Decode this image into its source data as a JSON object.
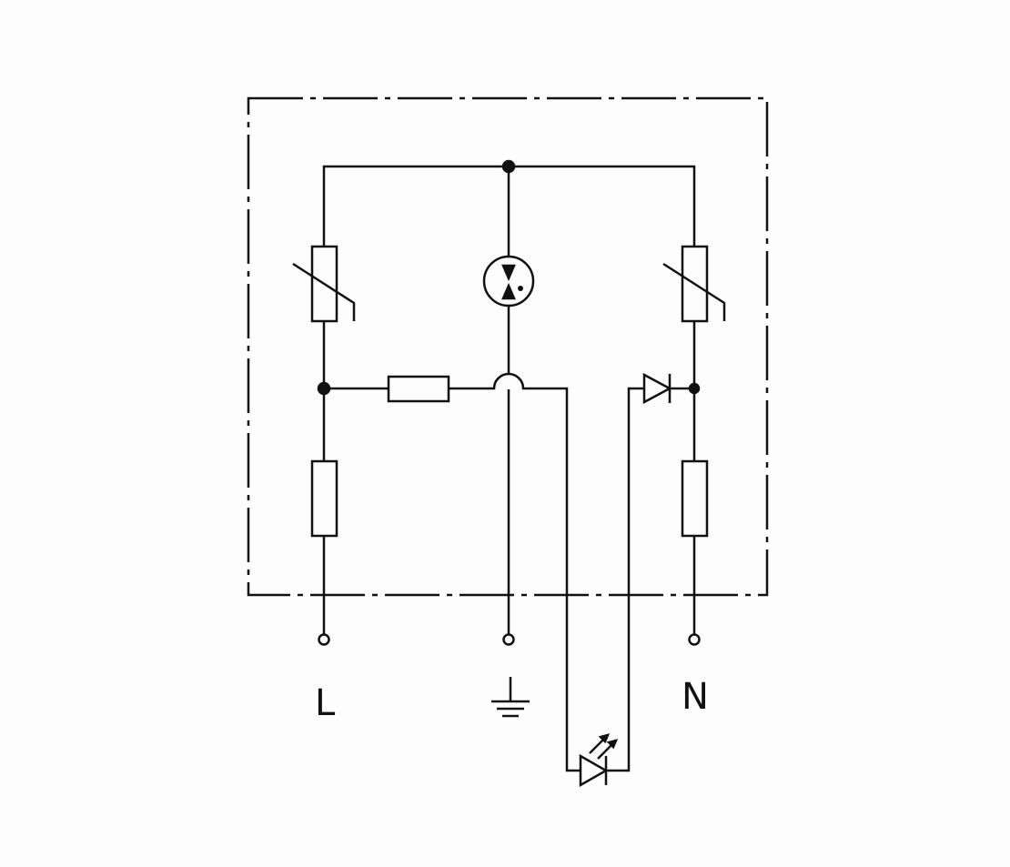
{
  "diagram": {
    "terminals": {
      "line": "L",
      "neutral": "N"
    },
    "colors": {
      "stroke": "#111111",
      "background": "#fdfdfd"
    },
    "components": [
      "enclosure-boundary",
      "varistor-left",
      "varistor-right",
      "gas-discharge-tube",
      "resistor",
      "fuse-left",
      "fuse-right",
      "diode",
      "led-indicator",
      "ground-symbol"
    ]
  }
}
